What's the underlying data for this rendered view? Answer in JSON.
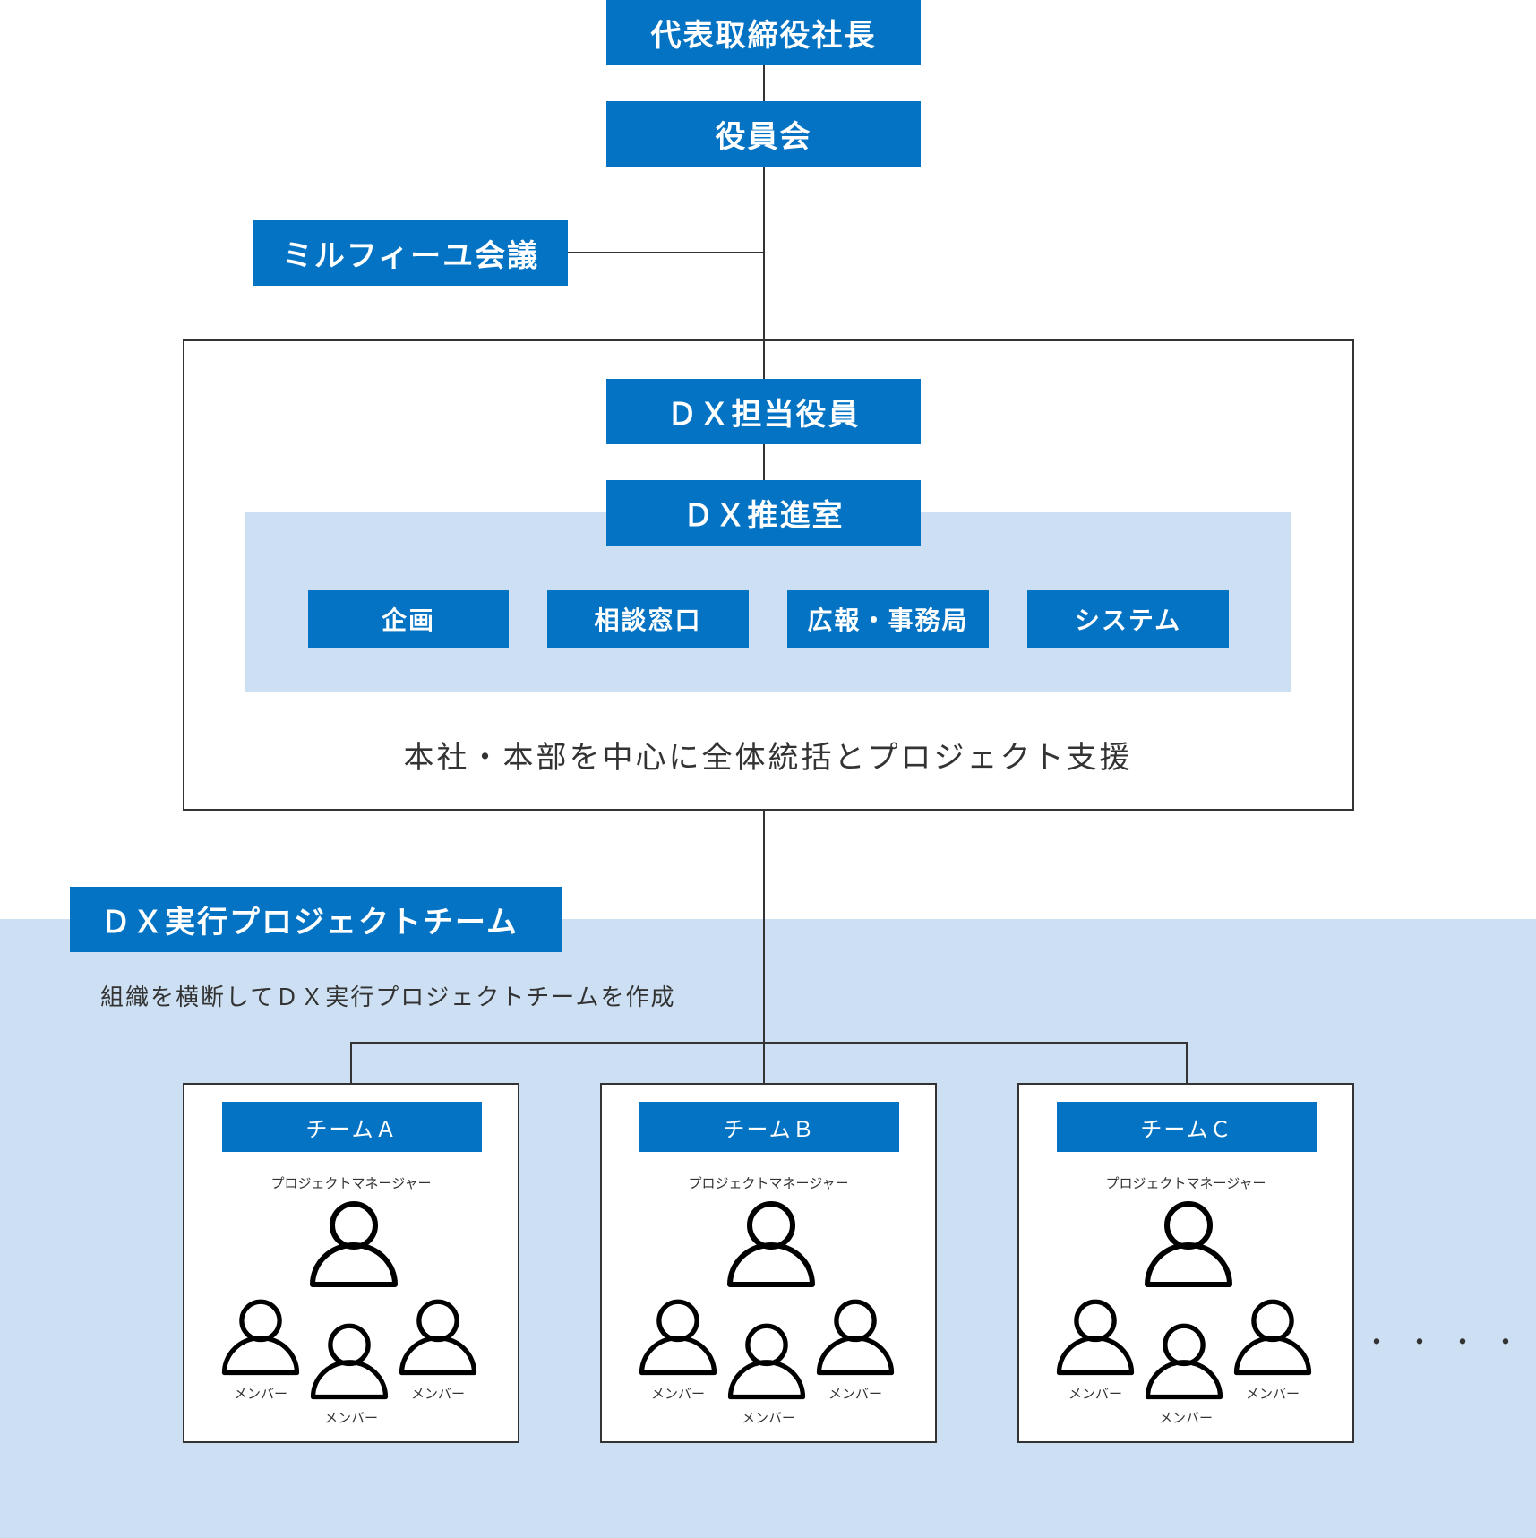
{
  "colors": {
    "primary_blue": "#0473c4",
    "light_blue": "#cde0f3",
    "line": "#333333"
  },
  "top": {
    "president": "代表取締役社長",
    "board": "役員会",
    "meeting": "ミルフィーユ会議"
  },
  "dx_group": {
    "officer": "ＤＸ担当役員",
    "office": "ＤＸ推進室",
    "units": [
      "企画",
      "相談窓口",
      "広報・事務局",
      "システム"
    ],
    "caption": "本社・本部を中心に全体統括とプロジェクト支援"
  },
  "project_team": {
    "label": "ＤＸ実行プロジェクトチーム",
    "caption": "組織を横断してＤＸ実行プロジェクトチームを作成",
    "teams": [
      {
        "name": "チームＡ",
        "manager_label": "プロジェクトマネージャー",
        "member_label": "メンバー"
      },
      {
        "name": "チームＢ",
        "manager_label": "プロジェクトマネージャー",
        "member_label": "メンバー"
      },
      {
        "name": "チームＣ",
        "manager_label": "プロジェクトマネージャー",
        "member_label": "メンバー"
      }
    ],
    "icons": {
      "person": "person-icon"
    },
    "more": "・・・・・"
  }
}
